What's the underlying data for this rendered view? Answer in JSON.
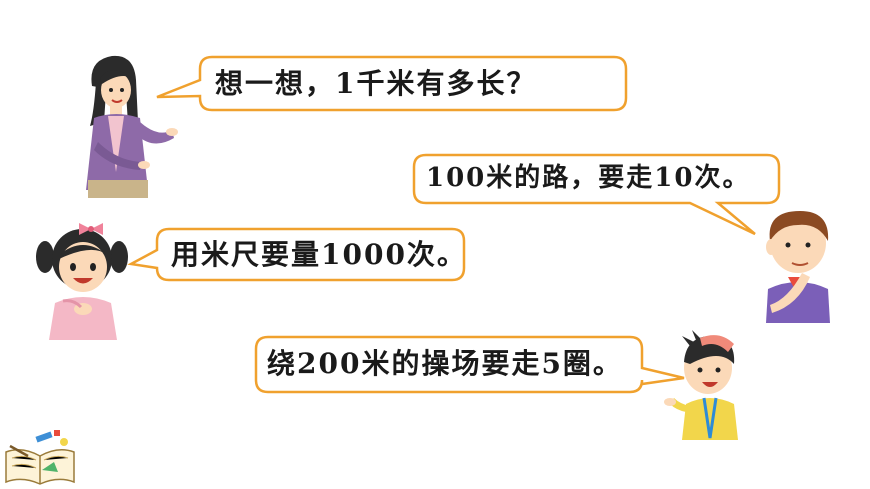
{
  "dialogue": {
    "teacher": "想一想，1千米有多长？",
    "boy_top": "100米的路，要走10次。",
    "girl": "用米尺要量1000次。",
    "boy_bottom": "绕200米的操场要走5圈。"
  },
  "colors": {
    "bubble_border": "#f0a12e",
    "bubble_fill": "#ffffff",
    "text": "#1a1a1a"
  },
  "icons": [
    "teacher-illustration",
    "girl-illustration",
    "boy-thinking-illustration",
    "boy-cap-illustration",
    "book-logo-icon"
  ]
}
